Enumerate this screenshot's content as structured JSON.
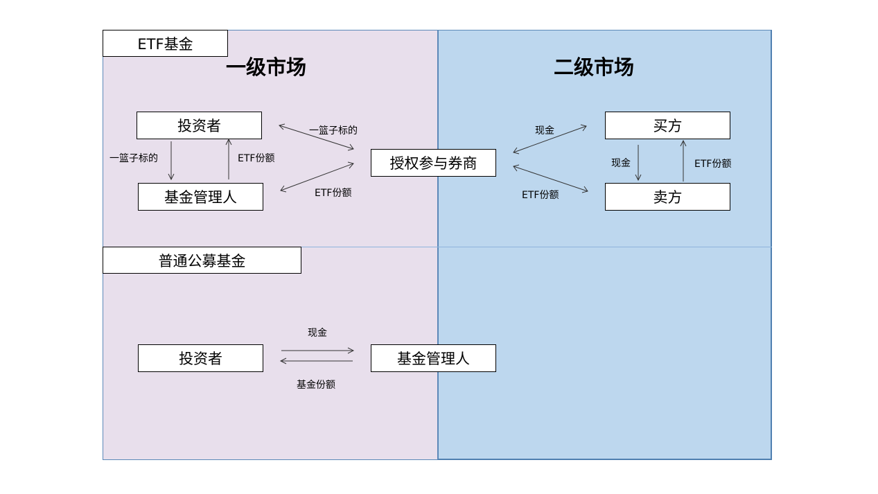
{
  "colors": {
    "primary_market_bg": "#e8dfec",
    "secondary_market_bg": "#bdd7ee",
    "border": "#5b88b8"
  },
  "sections": {
    "etf_tag": "ETF基金",
    "mutual_fund_tag": "普通公募基金",
    "primary_market_title": "一级市场",
    "secondary_market_title": "二级市场"
  },
  "etf": {
    "nodes": {
      "investor": "投资者",
      "fund_manager": "基金管理人",
      "authorized_participant": "授权参与券商",
      "buyer": "买方",
      "seller": "卖方"
    },
    "edges": {
      "investor_to_manager": "一篮子标的",
      "manager_to_investor": "ETF份额",
      "investor_ap_top": "一篮子标的",
      "manager_ap_bottom": "ETF份额",
      "ap_buyer_top": "现金",
      "ap_seller_bottom": "ETF份额",
      "buyer_to_seller": "现金",
      "seller_to_buyer": "ETF份额"
    }
  },
  "mutual_fund": {
    "nodes": {
      "investor": "投资者",
      "fund_manager": "基金管理人"
    },
    "edges": {
      "investor_to_manager": "现金",
      "manager_to_investor": "基金份额"
    }
  }
}
